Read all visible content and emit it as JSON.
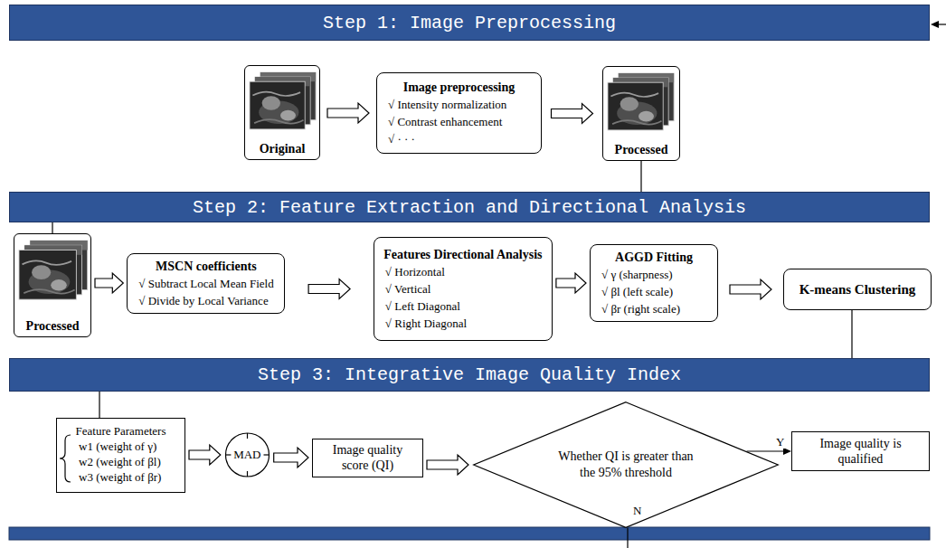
{
  "diagram": {
    "nodes": [
      {
        "text": [
          "Step 1: Image Preprocessing"
        ]
      },
      {
        "text": [
          "Original"
        ]
      },
      {
        "text": [
          "Image preprocessing",
          "√ Intensity normalization",
          "√ Contrast enhancement",
          "√ · · ·"
        ]
      },
      {
        "text": [
          "Processed"
        ]
      },
      {
        "text": [
          "Step 2: Feature Extraction and Directional Analysis"
        ]
      },
      {
        "text": [
          "Processed"
        ]
      },
      {
        "text": [
          "MSCN coefficients",
          "√ Subtract Local Mean Field",
          "√ Divide by Local Variance"
        ]
      },
      {
        "text": [
          "Features Directional Analysis",
          "√ Horizontal",
          "√ Vertical",
          "√ Left Diagonal",
          "√ Right Diagonal"
        ]
      },
      {
        "text": [
          "AGGD Fitting",
          "√ γ (sharpness)",
          "√ βl (left scale)",
          "√ βr (right scale)"
        ]
      },
      {
        "text": [
          "K-means Clustering"
        ]
      },
      {
        "text": [
          "Step 3: Integrative Image Quality Index"
        ]
      },
      {
        "text": [
          "Feature Parameters",
          "w1 (weight of γ)",
          "w2 (weight of βl)",
          "w3 (weight of βr)"
        ]
      },
      {
        "text": [
          "MAD"
        ]
      },
      {
        "text": [
          "Image quality score (QI)"
        ]
      },
      {
        "text": [
          "Whether QI is greater than the 95% threshold"
        ]
      },
      {
        "text": [
          "Image quality is qualified"
        ]
      }
    ],
    "edges": [
      {
        "from": 1,
        "to": 2,
        "arrow": "to"
      },
      {
        "from": 2,
        "to": 3,
        "arrow": "to"
      },
      {
        "from": 3,
        "to": 4,
        "arrow": "none"
      },
      {
        "from": 4,
        "to": 5,
        "arrow": "none"
      },
      {
        "from": 5,
        "to": 6,
        "arrow": "to"
      },
      {
        "from": 6,
        "to": 7,
        "arrow": "to"
      },
      {
        "from": 7,
        "to": 8,
        "arrow": "to"
      },
      {
        "from": 8,
        "to": 9,
        "arrow": "to"
      },
      {
        "from": 9,
        "to": 10,
        "arrow": "none"
      },
      {
        "from": 10,
        "to": 11,
        "arrow": "none"
      },
      {
        "from": 11,
        "to": 12,
        "arrow": "to"
      },
      {
        "from": 12,
        "to": 13,
        "arrow": "to"
      },
      {
        "from": 13,
        "to": 14,
        "arrow": "to"
      },
      {
        "from": 14,
        "to": 15,
        "label": "Y",
        "arrow": "to"
      }
    ],
    "labels": [
      "N"
    ]
  }
}
